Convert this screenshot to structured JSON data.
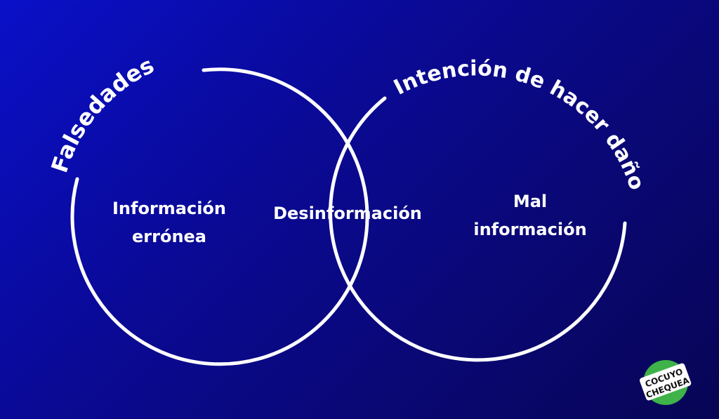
{
  "diagram": {
    "left_circle_label": "Falsedades",
    "right_circle_label": "Intención de hacer daño",
    "left_region_lines": [
      "Información",
      "errónea"
    ],
    "intersection_label": "Desinformación",
    "right_region_lines": [
      "Mal",
      "información"
    ]
  },
  "logo": {
    "line1": "COCUYO",
    "line2": "CHEQUEA",
    "accent_color": "#3fb24a"
  },
  "colors": {
    "background_start": "#0a10c8",
    "background_end": "#070554",
    "stroke": "#ffffff"
  }
}
